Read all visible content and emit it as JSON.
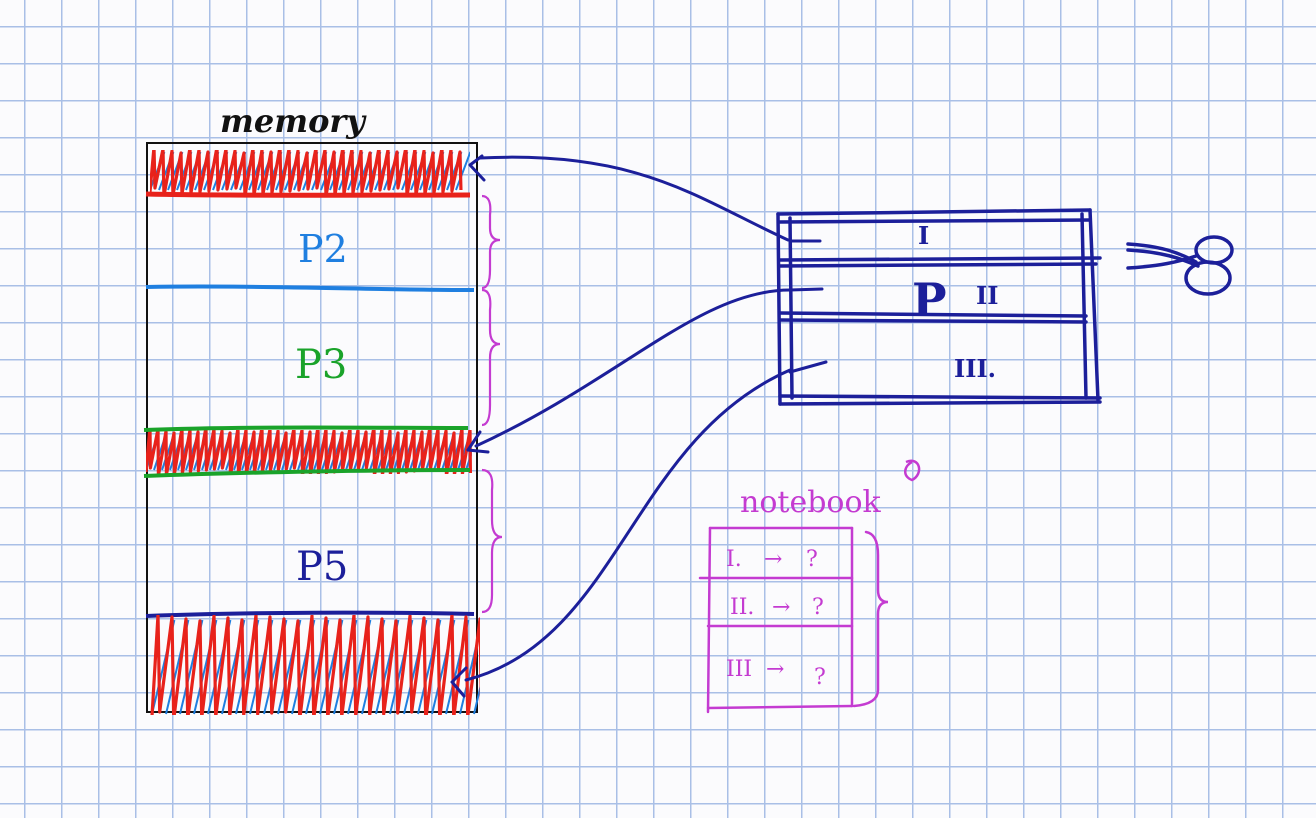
{
  "memory": {
    "title": "memory",
    "partitions": [
      {
        "label": "",
        "state": "freed-hole"
      },
      {
        "label": "P2",
        "state": "allocated"
      },
      {
        "label": "P3",
        "state": "allocated"
      },
      {
        "label": "",
        "state": "freed-hole"
      },
      {
        "label": "P5",
        "state": "allocated"
      },
      {
        "label": "",
        "state": "freed-hole"
      }
    ]
  },
  "segment_table": {
    "process_label": "P",
    "rows": [
      {
        "label": "I"
      },
      {
        "label": "II"
      },
      {
        "label": "III."
      }
    ]
  },
  "notebook": {
    "title": "notebook",
    "rows": [
      {
        "key": "I.",
        "arrow": "→",
        "value": "?"
      },
      {
        "key": "II.",
        "arrow": "→",
        "value": "?"
      },
      {
        "key": "III",
        "arrow": "→",
        "value": "?"
      }
    ]
  },
  "icons": [
    "scissors-icon"
  ],
  "colors": {
    "grid": "#a9bfe6",
    "ink_black": "#111111",
    "ink_red": "#e8221b",
    "ink_blue_light": "#1f7fe0",
    "ink_green": "#1aa32a",
    "ink_navy": "#1c1f9a",
    "ink_magenta": "#c43bd1"
  }
}
